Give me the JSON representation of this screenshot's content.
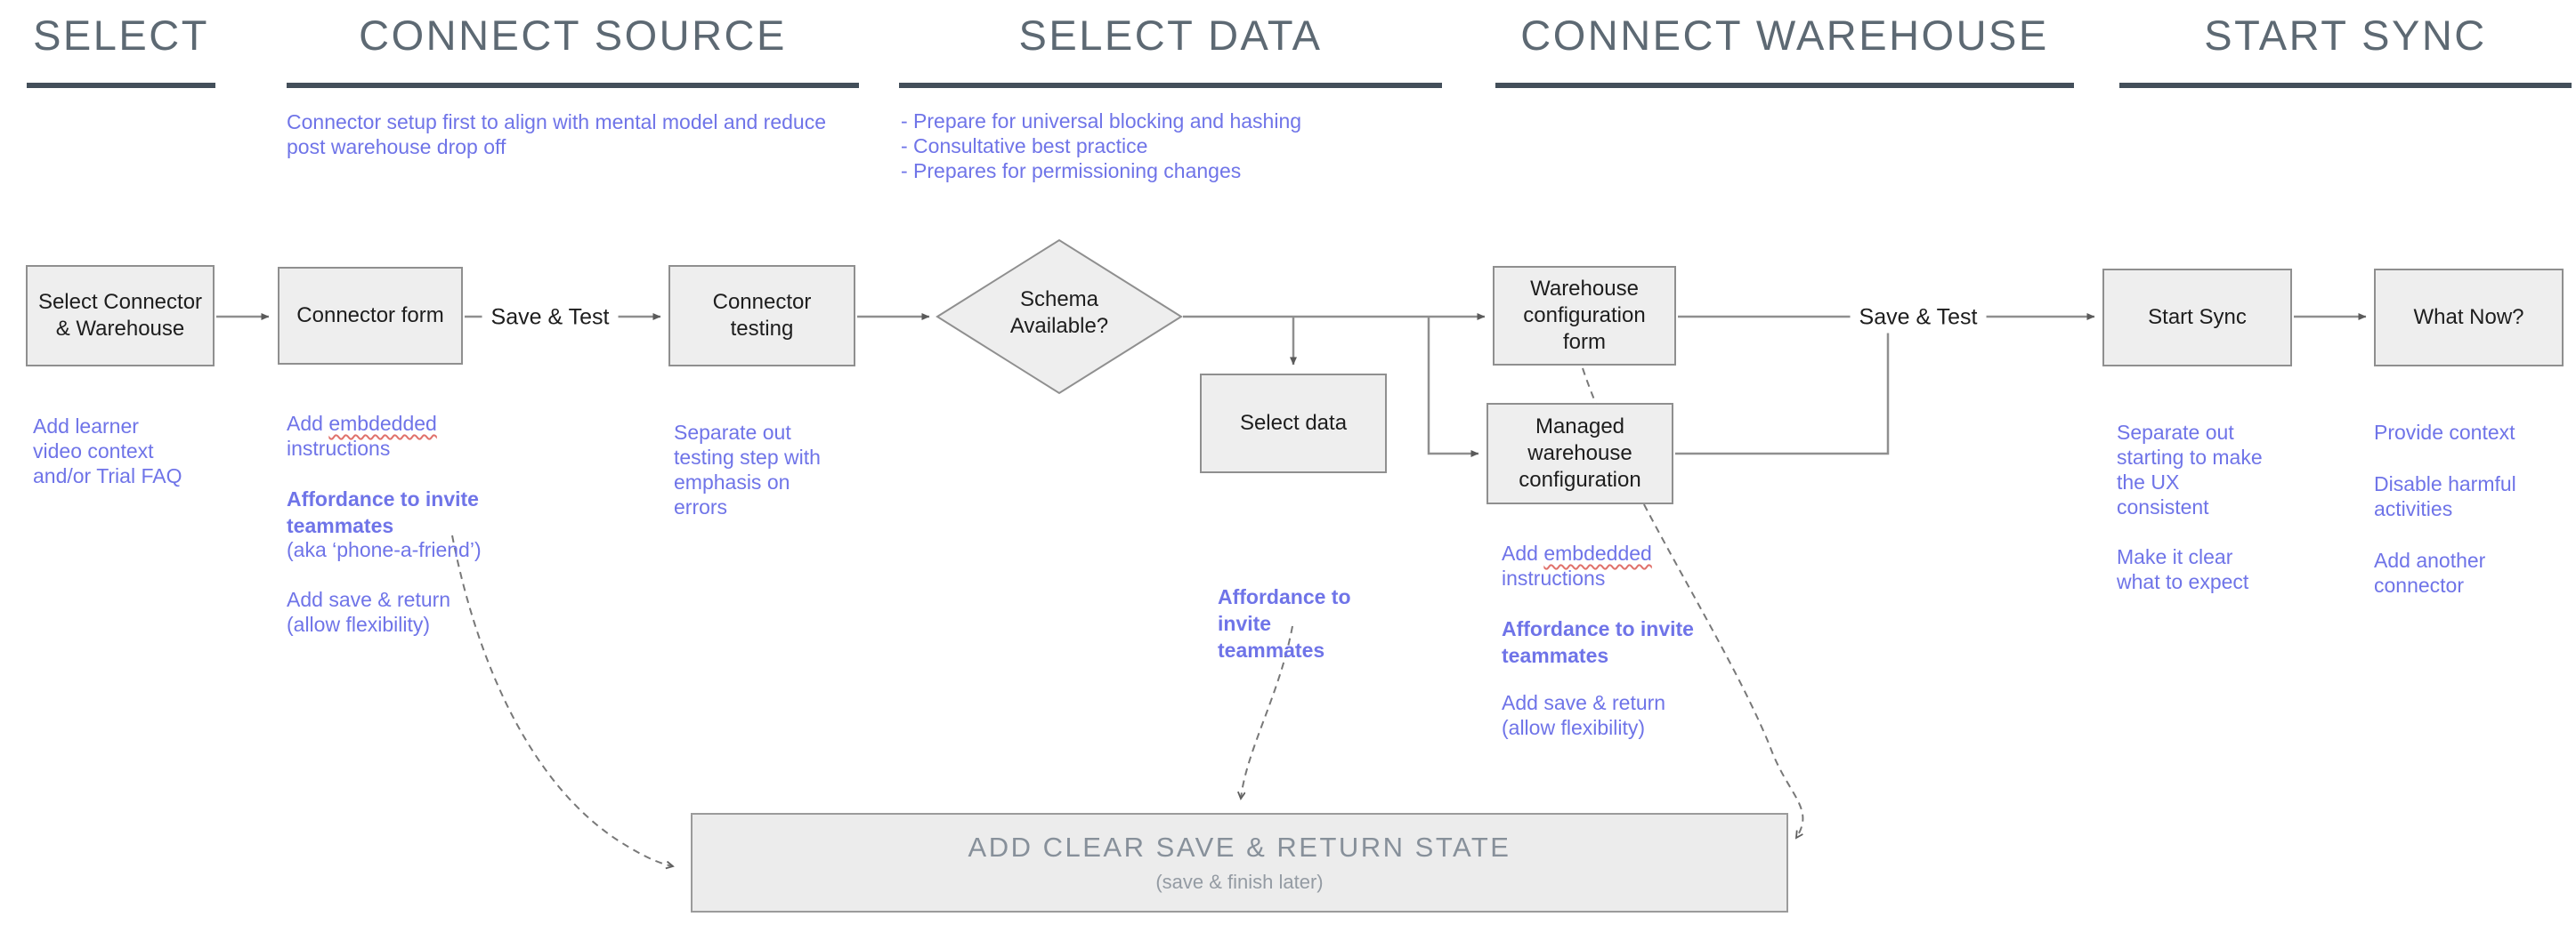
{
  "stages": [
    {
      "title": "SELECT"
    },
    {
      "title": "CONNECT SOURCE",
      "subnote": "Connector setup first to align with mental model and reduce\npost warehouse drop off"
    },
    {
      "title": "SELECT DATA",
      "subnote": "- Prepare for universal blocking and hashing\n- Consultative best practice\n- Prepares for permissioning changes"
    },
    {
      "title": "CONNECT WAREHOUSE"
    },
    {
      "title": "START SYNC"
    }
  ],
  "nodes": {
    "select_connector": "Select Connector\n& Warehouse",
    "connector_form": "Connector form",
    "connector_testing": "Connector\ntesting",
    "schema_available": "Schema\nAvailable?",
    "select_data": "Select data",
    "warehouse_form": "Warehouse\nconfiguration\nform",
    "managed_warehouse": "Managed\nwarehouse\nconfiguration",
    "start_sync": "Start Sync",
    "what_now": "What Now?"
  },
  "edge_labels": {
    "save_test_1": "Save & Test",
    "save_test_2": "Save & Test"
  },
  "notes": {
    "select": "Add learner\nvideo context\nand/or Trial FAQ",
    "connector_form": {
      "line1_prefix": "Add ",
      "misspelled": "embdedded",
      "line2": "instructions",
      "bold": "Affordance to invite\nteammates",
      "paren": "(aka ‘phone-a-friend’)",
      "save": "Add save & return\n(allow flexibility)"
    },
    "testing": "Separate out\ntesting step with\nemphasis on\nerrors",
    "select_data_bold": "Affordance to\ninvite\nteammates",
    "warehouse": {
      "line1_prefix": "Add ",
      "misspelled": "embdedded",
      "line2": "instructions",
      "bold": "Affordance to invite\nteammates",
      "save": "Add save & return\n(allow flexibility)"
    },
    "start_sync_1": "Separate out\nstarting to make\nthe UX\nconsistent",
    "start_sync_2": "Make it clear\nwhat to expect",
    "what_now_1": "Provide context",
    "what_now_2": "Disable harmful\nactivities",
    "what_now_3": "Add another\nconnector"
  },
  "banner": {
    "title": "ADD CLEAR SAVE & RETURN STATE",
    "subtitle": "(save & finish later)"
  },
  "colors": {
    "header_text": "#5d6973",
    "header_underline": "#434f5a",
    "annotation_purple": "#6f74e8",
    "node_fill": "#eeeeee",
    "node_border": "#8f8f8f",
    "line": "#8f8f8f",
    "misspelling_underline": "#e0716b",
    "banner_text": "#87909a"
  }
}
